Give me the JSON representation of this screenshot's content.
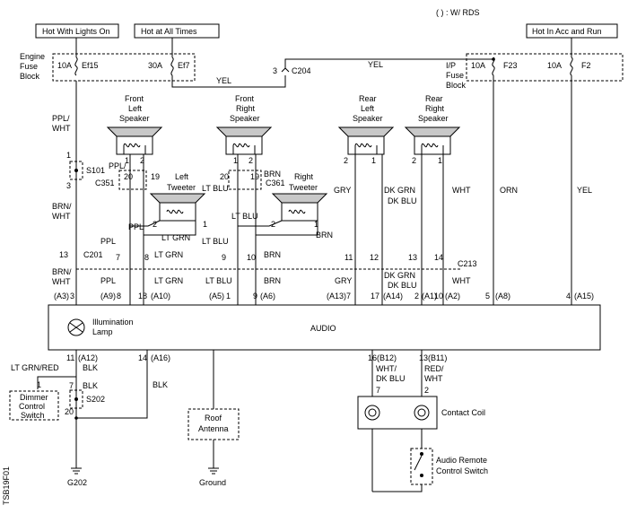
{
  "header": {
    "rds_note": "( ) : W/  RDS"
  },
  "power": {
    "hot_lights_on": "Hot With Lights On",
    "hot_all_times": "Hot at All Times",
    "hot_acc_run": "Hot In Acc and Run",
    "engine_fuse_block_1": "Engine",
    "engine_fuse_block_2": "Fuse",
    "engine_fuse_block_3": "Block",
    "ip_fuse_block_1": "I/P",
    "ip_fuse_block_2": "Fuse",
    "ip_fuse_block_3": "Block"
  },
  "fuses": {
    "ef15_amp": "10A",
    "ef15": "Ef15",
    "ef7_amp": "30A",
    "ef7": "Ef7",
    "f23_amp": "10A",
    "f23": "F23",
    "f2_amp": "10A",
    "f2": "F2"
  },
  "connectors": {
    "c204": "C204",
    "c204_pin": "3",
    "c351": "C351",
    "c361": "C361",
    "c201": "C201",
    "c201_pin": "13",
    "c213": "C213",
    "s101": "S101",
    "s202": "S202",
    "g202": "G202"
  },
  "wires": {
    "yel": "YEL",
    "yel2": "YEL",
    "yel3": "YEL",
    "ppl_wht_1": "PPL/",
    "ppl_wht_2": "WHT",
    "brn_wht_1": "BRN/",
    "brn_wht_2": "WHT",
    "brn_wht_3": "BRN/",
    "brn_wht_4": "WHT",
    "ppl": "PPL",
    "ppl2": "PPL",
    "ppl3": "PPL",
    "lt_grn": "LT GRN",
    "lt_grn2": "LT GRN",
    "lt_grn3": "LT GRN",
    "lt_blu": "LT BLU",
    "lt_blu2": "LT BLU",
    "lt_blu3": "LT BLU",
    "lt_blu4": "LT BLU",
    "brn": "BRN",
    "brn2": "BRN",
    "brn3": "BRN",
    "brn4": "BRN",
    "gry": "GRY",
    "gry2": "GRY",
    "dk_grn": "DK GRN",
    "dk_blu": "DK BLU",
    "dk_grn2": "DK GRN",
    "dk_blu2": "DK BLU",
    "wht": "WHT",
    "wht2": "WHT",
    "orn": "ORN",
    "lt_grn_red": "LT GRN/RED",
    "blk": "BLK",
    "blk2": "BLK",
    "blk3": "BLK",
    "wht_dkblu_1": "WHT/",
    "wht_dkblu_2": "DK BLU",
    "red_wht_1": "RED/",
    "red_wht_2": "WHT"
  },
  "components": {
    "front_left_speaker": [
      "Front",
      "Left",
      "Speaker"
    ],
    "front_right_speaker": [
      "Front",
      "Right",
      "Speaker"
    ],
    "rear_left_speaker": [
      "Rear",
      "Left",
      "Speaker"
    ],
    "rear_right_speaker": [
      "Rear",
      "Right",
      "Speaker"
    ],
    "left_tweeter": [
      "Left",
      "Tweeter"
    ],
    "right_tweeter": [
      "Right",
      "Tweeter"
    ],
    "audio": "AUDIO",
    "illumination_lamp": [
      "Illumination",
      "Lamp"
    ],
    "dimmer_switch": [
      "Dimmer",
      "Control",
      "Switch"
    ],
    "roof_antenna": [
      "Roof",
      "Antenna"
    ],
    "ground": "Ground",
    "contact_coil": "Contact Coil",
    "audio_remote": [
      "Audio Remote",
      "Control Switch"
    ]
  },
  "pins": {
    "a3": "(A3)",
    "a3n": "3",
    "a9": "(A9)",
    "a9n": "8",
    "a10": "(A10)",
    "a10n": "18",
    "a5": "(A5)",
    "a5n": "1",
    "a6": "(A6)",
    "a6n": "9",
    "a13": "(A13)",
    "a13n": "7",
    "a14": "(A14)",
    "a14n": "17",
    "a1": "(A1)",
    "a1n": "2",
    "a2": "(A2)",
    "a2n": "10",
    "a8": "(A8)",
    "a8n": "5",
    "a15": "(A15)",
    "a15n": "4",
    "a12": "(A12)",
    "a12n": "11",
    "a16": "(A16)",
    "a16n": "14",
    "b12": "16(B12)",
    "b11": "13(B11)"
  },
  "side_code": "TSB19F01"
}
